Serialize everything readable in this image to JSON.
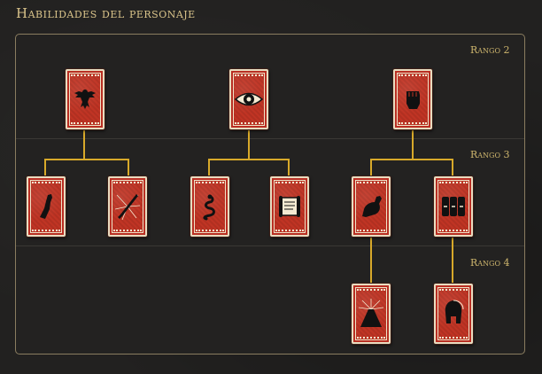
{
  "header": {
    "title": "Habilidades del personaje"
  },
  "ranks": [
    {
      "label": "Rango 2"
    },
    {
      "label": "Rango 3"
    },
    {
      "label": "Rango 4"
    }
  ],
  "colors": {
    "accent": "#d8a92a",
    "card_red": "#c03424",
    "title": "#d9c38a"
  },
  "skills": [
    {
      "icon": "eagle-icon",
      "rank": 2
    },
    {
      "icon": "arm-icon",
      "rank": 3
    },
    {
      "icon": "sword-icon",
      "rank": 3
    },
    {
      "icon": "eye-icon",
      "rank": 2
    },
    {
      "icon": "snake-icon",
      "rank": 3
    },
    {
      "icon": "scroll-icon",
      "rank": 3
    },
    {
      "icon": "fist-icon",
      "rank": 2
    },
    {
      "icon": "flexed-arm-icon",
      "rank": 3
    },
    {
      "icon": "shields-icon",
      "rank": 3
    },
    {
      "icon": "volcano-icon",
      "rank": 4
    },
    {
      "icon": "helmet-icon",
      "rank": 4
    }
  ]
}
